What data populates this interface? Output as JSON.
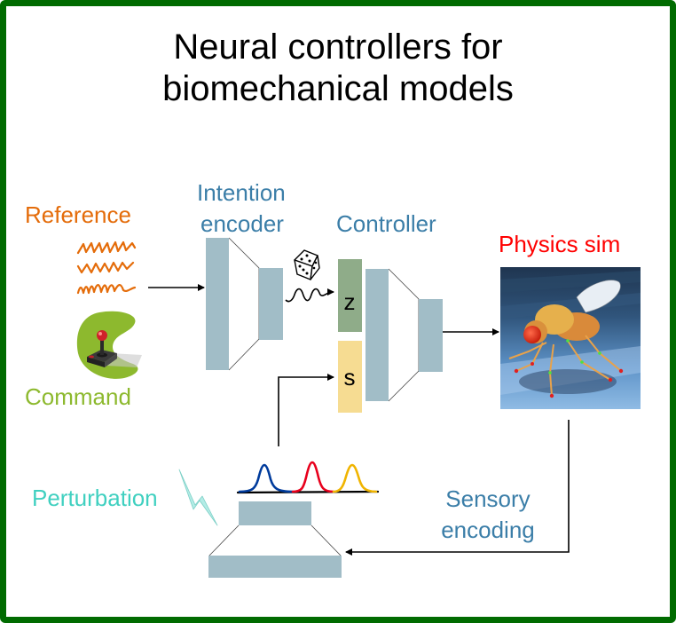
{
  "title": {
    "line1": "Neural controllers for",
    "line2": "biomechanical models"
  },
  "labels": {
    "reference": "Reference",
    "command": "Command",
    "intention_encoder_line1": "Intention",
    "intention_encoder_line2": "encoder",
    "controller": "Controller",
    "physics_sim": "Physics sim",
    "z": "z",
    "s": "s",
    "perturbation": "Perturbation",
    "sensory_line1": "Sensory",
    "sensory_line2": "encoding"
  },
  "icons": {
    "reference": "reference-waveforms-icon",
    "command": "joystick-icon",
    "noise": "dice-icon",
    "physics": "fly-simulation-image",
    "perturbation": "lightning-icon",
    "sensory": "gaussian-peaks-icon"
  },
  "colors": {
    "frame": "#006b00",
    "reference": "#e46c0a",
    "command": "#8db92e",
    "encoder_text": "#3b7ea8",
    "physics_sim": "#ff0000",
    "perturbation": "#40d0c0",
    "block": "#a1bdc7",
    "latent_z": "#8fac89",
    "state_s": "#f6dc92",
    "peak_blue": "#003b9c",
    "peak_red": "#e8001c",
    "peak_yellow": "#f0b400"
  }
}
